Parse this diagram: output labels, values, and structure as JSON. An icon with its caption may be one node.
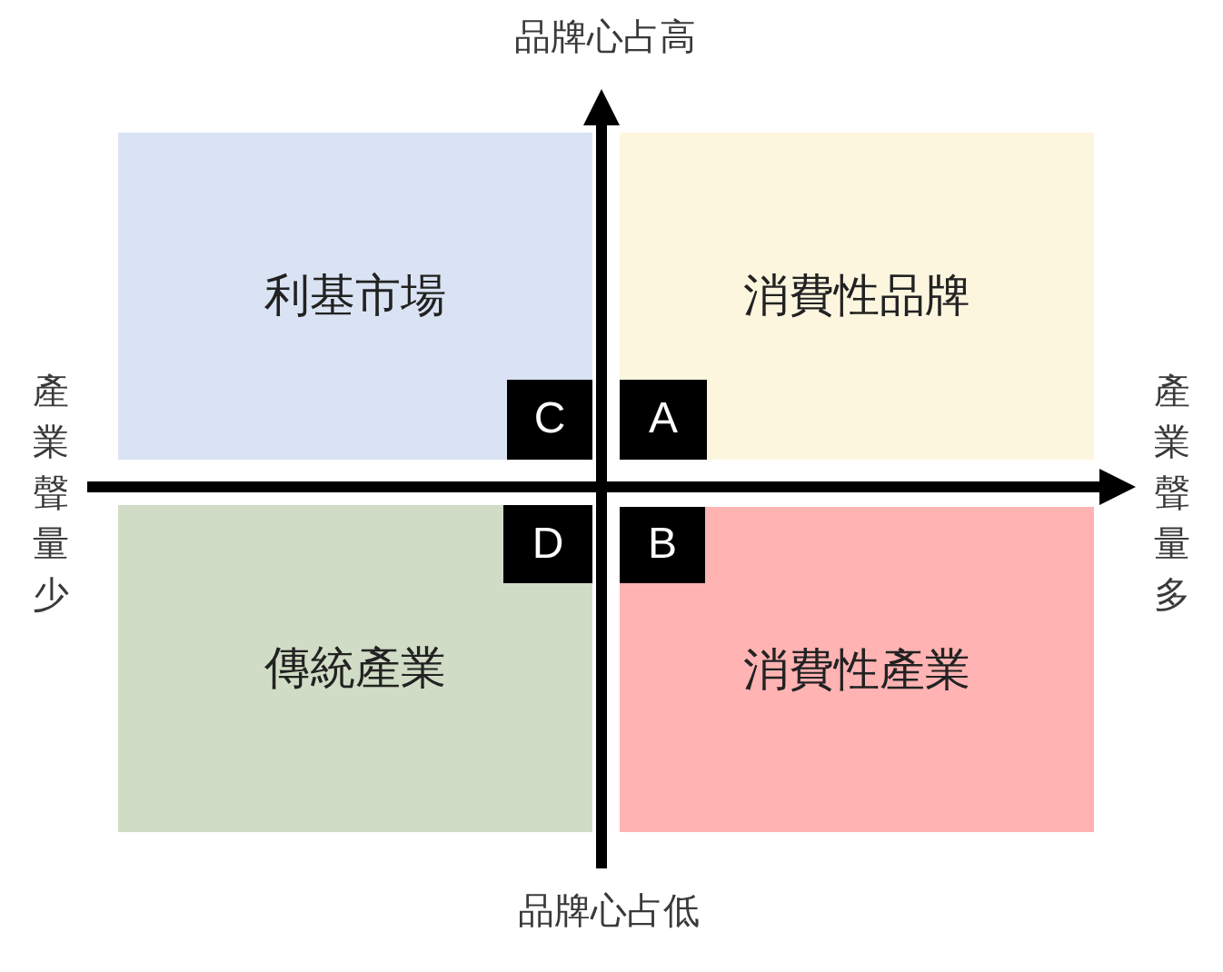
{
  "diagram": {
    "nodes": [
      {
        "text": [
          "利基市場"
        ]
      },
      {
        "text": [
          "C"
        ],
        "in": 0
      },
      {
        "text": [
          "消費性品牌"
        ]
      },
      {
        "text": [
          "A"
        ],
        "in": 2
      },
      {
        "text": [
          "傳統產業"
        ]
      },
      {
        "text": [
          "D"
        ],
        "in": 4
      },
      {
        "text": [
          "消費性產業"
        ]
      },
      {
        "text": [
          "B"
        ],
        "in": 6
      }
    ],
    "labels": [
      "品牌心占高",
      "產業聲量少",
      "產業聲量多",
      "品牌心占低"
    ]
  }
}
